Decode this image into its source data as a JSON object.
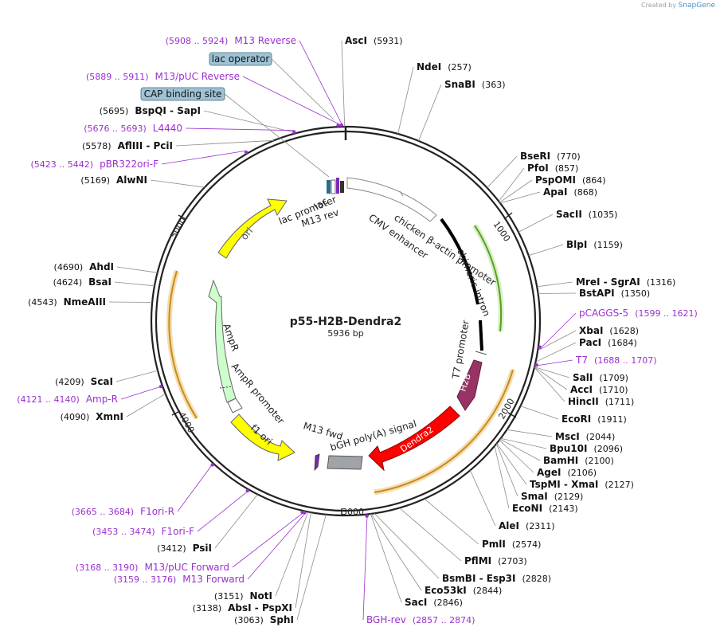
{
  "watermark": {
    "prefix": "Created by",
    "brand": "SnapGene"
  },
  "plasmid": {
    "name": "p55-H2B-Dendra2",
    "size_label": "5936 bp"
  },
  "colors": {
    "enzyme_line": "#8c8c8c",
    "primer": "#9b30d0",
    "feature_box": "#9ec3d6",
    "ori": "#ffff00",
    "ampr": "#ccffcc",
    "dendra2": "#ff0000",
    "h2b": "#993366",
    "bgh": "#a0a4a8",
    "orange_ring": "#d8a23a",
    "green_ring": "#6aae2e"
  },
  "tick_labels": [
    "1000",
    "2000",
    "3000",
    "4000",
    "5000"
  ],
  "enzymes": [
    {
      "name": "AscI",
      "pos": "(5931)"
    },
    {
      "name": "NdeI",
      "pos": "(257)"
    },
    {
      "name": "SnaBI",
      "pos": "(363)"
    },
    {
      "name": "BseRI",
      "pos": "(770)"
    },
    {
      "name": "PfoI",
      "pos": "(857)"
    },
    {
      "name": "PspOMI",
      "pos": "(864)"
    },
    {
      "name": "ApaI",
      "pos": "(868)"
    },
    {
      "name": "SacII",
      "pos": "(1035)"
    },
    {
      "name": "BlpI",
      "pos": "(1159)"
    },
    {
      "name": "MreI  -  SgrAI",
      "pos": "(1316)"
    },
    {
      "name": "BstAPI",
      "pos": "(1350)"
    },
    {
      "name": "XbaI",
      "pos": "(1628)"
    },
    {
      "name": "PacI",
      "pos": "(1684)"
    },
    {
      "name": "SalI",
      "pos": "(1709)"
    },
    {
      "name": "AccI",
      "pos": "(1710)"
    },
    {
      "name": "HincII",
      "pos": "(1711)"
    },
    {
      "name": "EcoRI",
      "pos": "(1911)"
    },
    {
      "name": "MscI",
      "pos": "(2044)"
    },
    {
      "name": "Bpu10I",
      "pos": "(2096)"
    },
    {
      "name": "BamHI",
      "pos": "(2100)"
    },
    {
      "name": "AgeI",
      "pos": "(2106)"
    },
    {
      "name": "TspMI  -  XmaI",
      "pos": "(2127)"
    },
    {
      "name": "SmaI",
      "pos": "(2129)"
    },
    {
      "name": "EcoNI",
      "pos": "(2143)"
    },
    {
      "name": "AleI",
      "pos": "(2311)"
    },
    {
      "name": "PmlI",
      "pos": "(2574)"
    },
    {
      "name": "PflMI",
      "pos": "(2703)"
    },
    {
      "name": "BsmBI  -  Esp3I",
      "pos": "(2828)"
    },
    {
      "name": "Eco53kI",
      "pos": "(2844)"
    },
    {
      "name": "SacI",
      "pos": "(2846)"
    },
    {
      "name": "SphI",
      "pos": "(3063)"
    },
    {
      "name": "AbsI  -  PspXI",
      "pos": "(3138)"
    },
    {
      "name": "NotI",
      "pos": "(3151)"
    },
    {
      "name": "PsiI",
      "pos": "(3412)"
    },
    {
      "name": "XmnI",
      "pos": "(4090)"
    },
    {
      "name": "ScaI",
      "pos": "(4209)"
    },
    {
      "name": "NmeAIII",
      "pos": "(4543)"
    },
    {
      "name": "BsaI",
      "pos": "(4624)"
    },
    {
      "name": "AhdI",
      "pos": "(4690)"
    },
    {
      "name": "AlwNI",
      "pos": "(5169)"
    },
    {
      "name": "AflIII  -  PciI",
      "pos": "(5578)"
    },
    {
      "name": "BspQI  -  SapI",
      "pos": "(5695)"
    }
  ],
  "primers": [
    {
      "name": "M13 Reverse",
      "range": "(5908 .. 5924)"
    },
    {
      "name": "M13/pUC Reverse",
      "range": "(5889 .. 5911)"
    },
    {
      "name": "L4440",
      "range": "(5676 .. 5693)"
    },
    {
      "name": "pBR322ori-F",
      "range": "(5423 .. 5442)"
    },
    {
      "name": "pCAGGS-5",
      "range": "(1599 .. 1621)"
    },
    {
      "name": "T7",
      "range": "(1688 .. 1707)"
    },
    {
      "name": "Amp-R",
      "range": "(4121 .. 4140)"
    },
    {
      "name": "F1ori-R",
      "range": "(3665 .. 3684)"
    },
    {
      "name": "F1ori-F",
      "range": "(3453 .. 3474)"
    },
    {
      "name": "M13/pUC Forward",
      "range": "(3168 .. 3190)"
    },
    {
      "name": "M13 Forward",
      "range": "(3159 .. 3176)"
    },
    {
      "name": "BGH-rev",
      "range": "(2857 .. 2874)"
    }
  ],
  "boxed_features": [
    "lac operator",
    "CAP binding site"
  ],
  "feature_labels": {
    "lac_promoter": "lac promoter",
    "m13_rev": "M13 rev",
    "chicken": "chicken β-actin promoter",
    "cmv": "CMV enhancer",
    "chimeric": "chimeric intron",
    "t7": "T7 promoter",
    "h2b": "H2B",
    "dendra2": "Dendra2",
    "bgh": "bGH poly(A) signal",
    "m13_fwd": "M13 fwd",
    "f1": "f1 ori",
    "ampr_promoter": "AmpR promoter",
    "ampr": "AmpR",
    "ori": "ori"
  }
}
